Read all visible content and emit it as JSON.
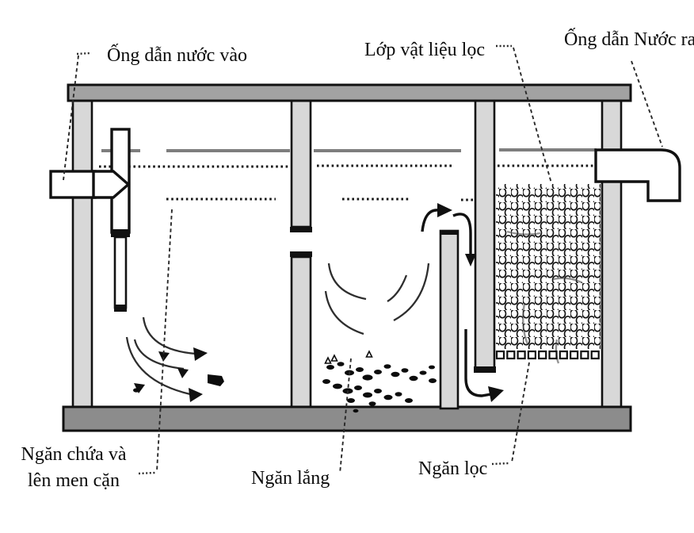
{
  "colors": {
    "lid-gray": "#a2a2a2",
    "floor-gray": "#8c8c8c",
    "wall-gray": "#d8d8d8",
    "water-gray": "#7e7e7e",
    "ink": "#111111",
    "background": "#ffffff"
  },
  "diagram": {
    "type": "septic-tank-cross-section",
    "labels": {
      "inlet_pipe": "Ống dẫn nước vào",
      "filter_layer": "Lớp vật liệu lọc",
      "outlet_pipe": "Ống dẫn Nước ra",
      "storage_chamber_line1": "Ngăn chứa và",
      "storage_chamber_line2": "lên men cặn",
      "settling_chamber": "Ngăn lắng",
      "filter_chamber": "Ngăn lọc"
    }
  }
}
